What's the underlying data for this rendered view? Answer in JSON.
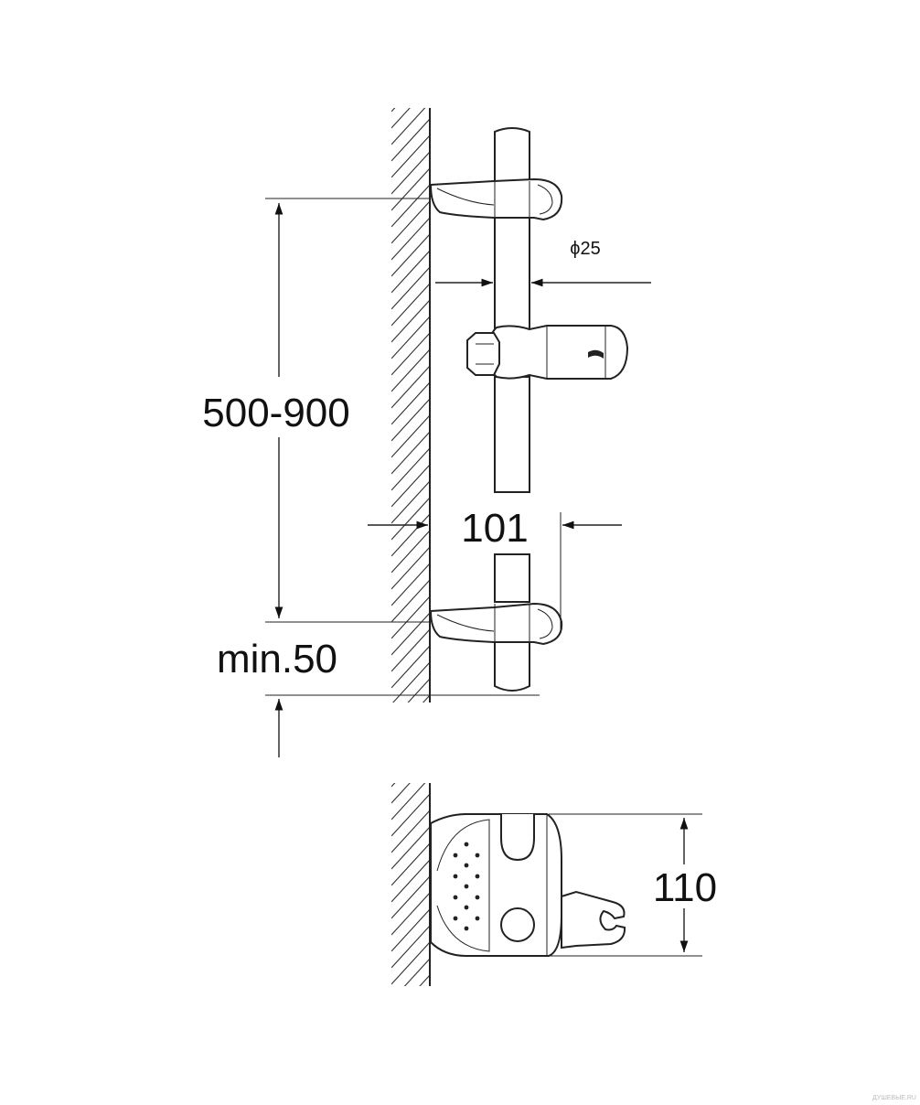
{
  "dimensions": {
    "height_range": "500-900",
    "diameter": "ϕ25",
    "wall_offset": "101",
    "min_clearance": "min.50",
    "holder_depth": "110"
  },
  "watermark": "ДУШЕВЫЕ.RU",
  "colors": {
    "line": "#222222",
    "background": "#ffffff"
  }
}
